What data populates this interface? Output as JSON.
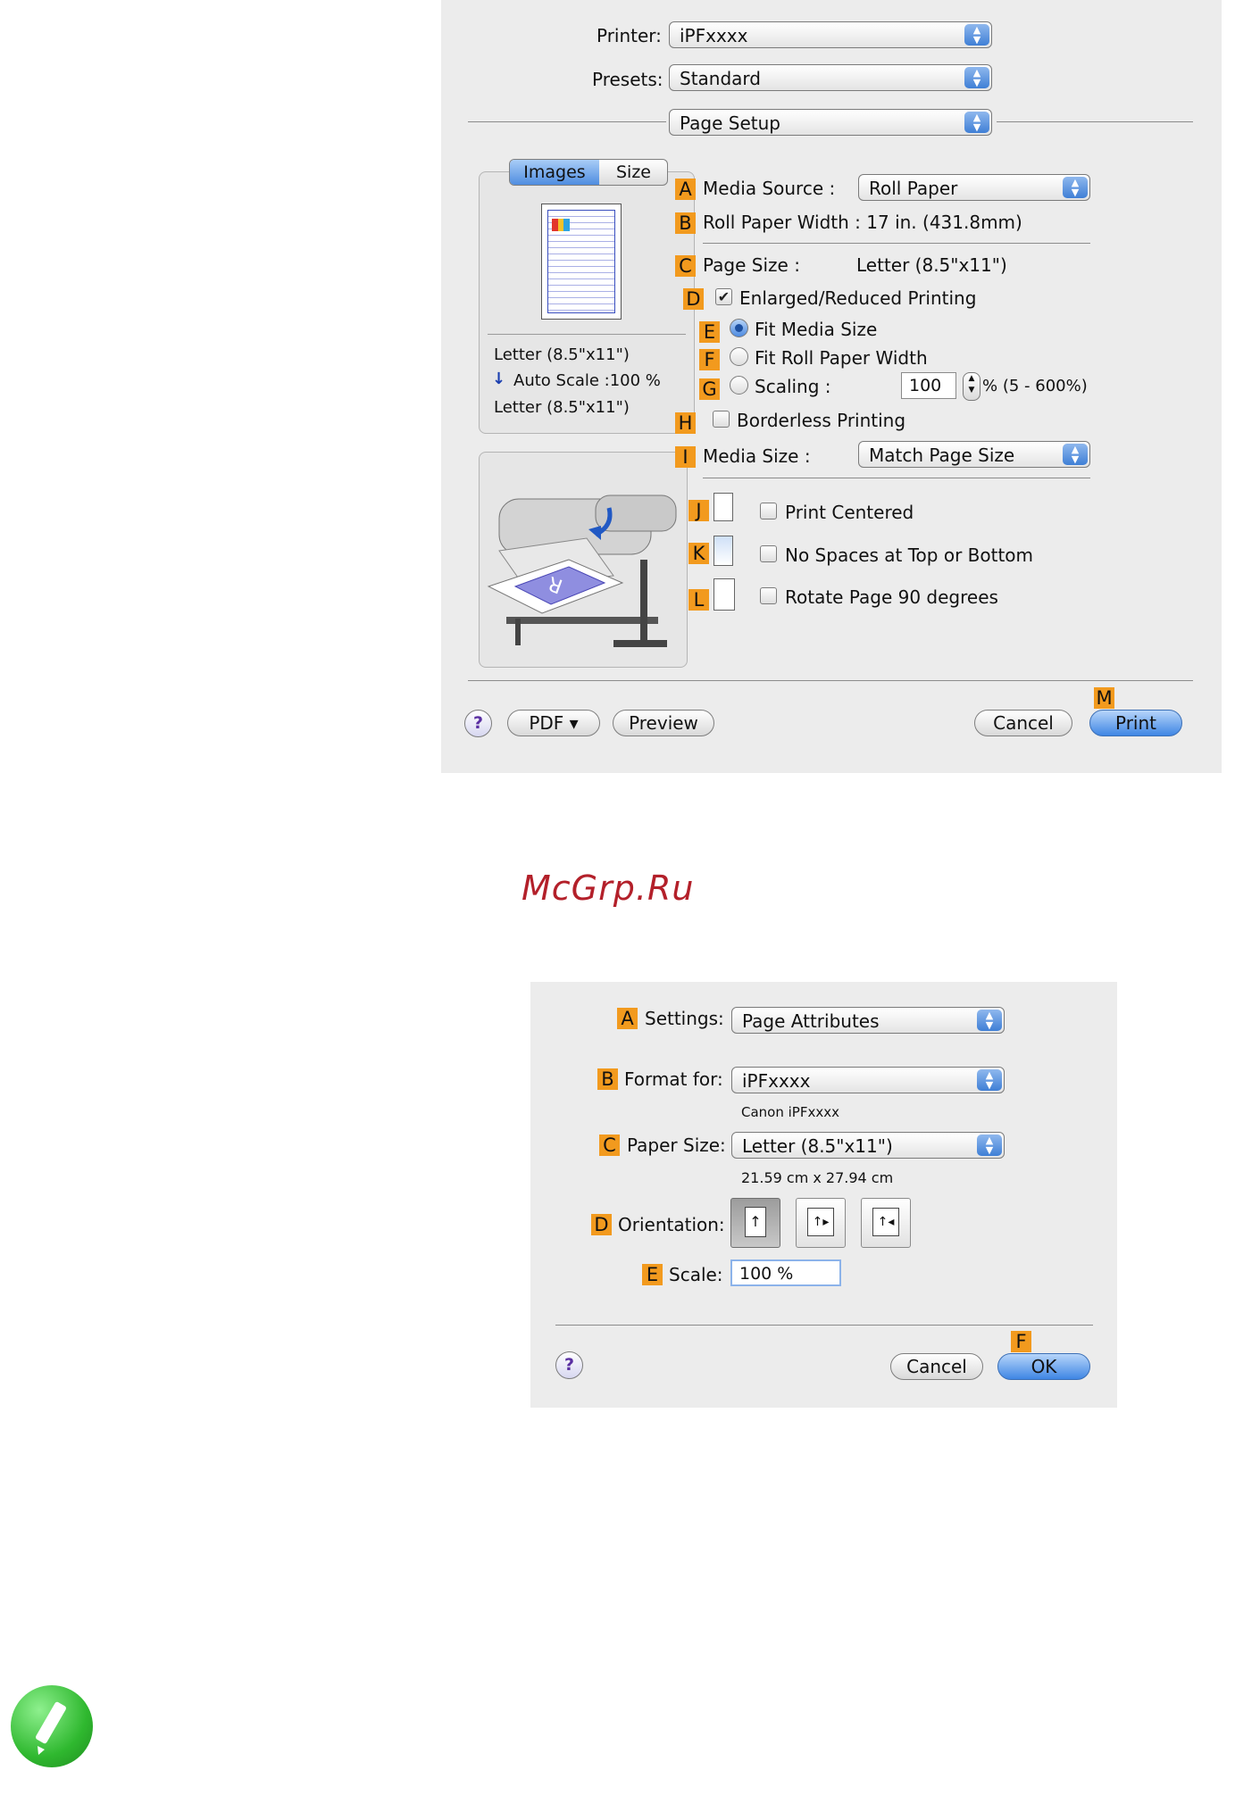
{
  "print_dialog": {
    "printer_label": "Printer:",
    "printer_value": "iPFxxxx",
    "presets_label": "Presets:",
    "presets_value": "Standard",
    "panel_value": "Page Setup",
    "tabs": [
      "Images",
      "Size"
    ],
    "preview_info": {
      "media": "Letter (8.5\"x11\")",
      "scale": "Auto Scale :100 %",
      "output": "Letter (8.5\"x11\")"
    },
    "badges": [
      "A",
      "B",
      "C",
      "D",
      "E",
      "F",
      "G",
      "H",
      "I",
      "J",
      "K",
      "L",
      "M"
    ],
    "media_source_label": "Media Source :",
    "media_source_value": "Roll Paper",
    "roll_width": "Roll Paper Width : 17 in. (431.8mm)",
    "page_size_label": "Page Size :",
    "page_size_value": "Letter (8.5\"x11\")",
    "enlarged_label": "Enlarged/Reduced Printing",
    "fit_media_label": "Fit Media Size",
    "fit_roll_label": "Fit Roll Paper Width",
    "scaling_label": "Scaling :",
    "scaling_value": "100",
    "scaling_range": "% (5 - 600%)",
    "borderless_label": "Borderless Printing",
    "media_size_label": "Media Size :",
    "media_size_value": "Match Page Size",
    "print_centered": "Print Centered",
    "no_spaces": "No Spaces at Top or Bottom",
    "rotate": "Rotate Page 90 degrees",
    "help": "?",
    "pdf_button": "PDF ▾",
    "preview_button": "Preview",
    "cancel_button": "Cancel",
    "print_button": "Print"
  },
  "watermark": "McGrp.Ru",
  "page_setup_dialog": {
    "badges": [
      "A",
      "B",
      "C",
      "D",
      "E",
      "F"
    ],
    "settings_label": "Settings:",
    "settings_value": "Page Attributes",
    "format_label": "Format for:",
    "format_value": "iPFxxxx",
    "format_sub": "Canon iPFxxxx",
    "paper_label": "Paper Size:",
    "paper_value": "Letter (8.5\"x11\")",
    "paper_sub": "21.59 cm x 27.94 cm",
    "orientation_label": "Orientation:",
    "scale_label": "Scale:",
    "scale_value": "100 %",
    "help": "?",
    "cancel_button": "Cancel",
    "ok_button": "OK"
  },
  "colors": {
    "badge": "#f29a1e",
    "dialog_bg": "#ececec",
    "accent": "#3f86e4",
    "watermark": "#b3202a",
    "note_icon": "#2fb82f"
  },
  "note_icon": "pencil-icon"
}
